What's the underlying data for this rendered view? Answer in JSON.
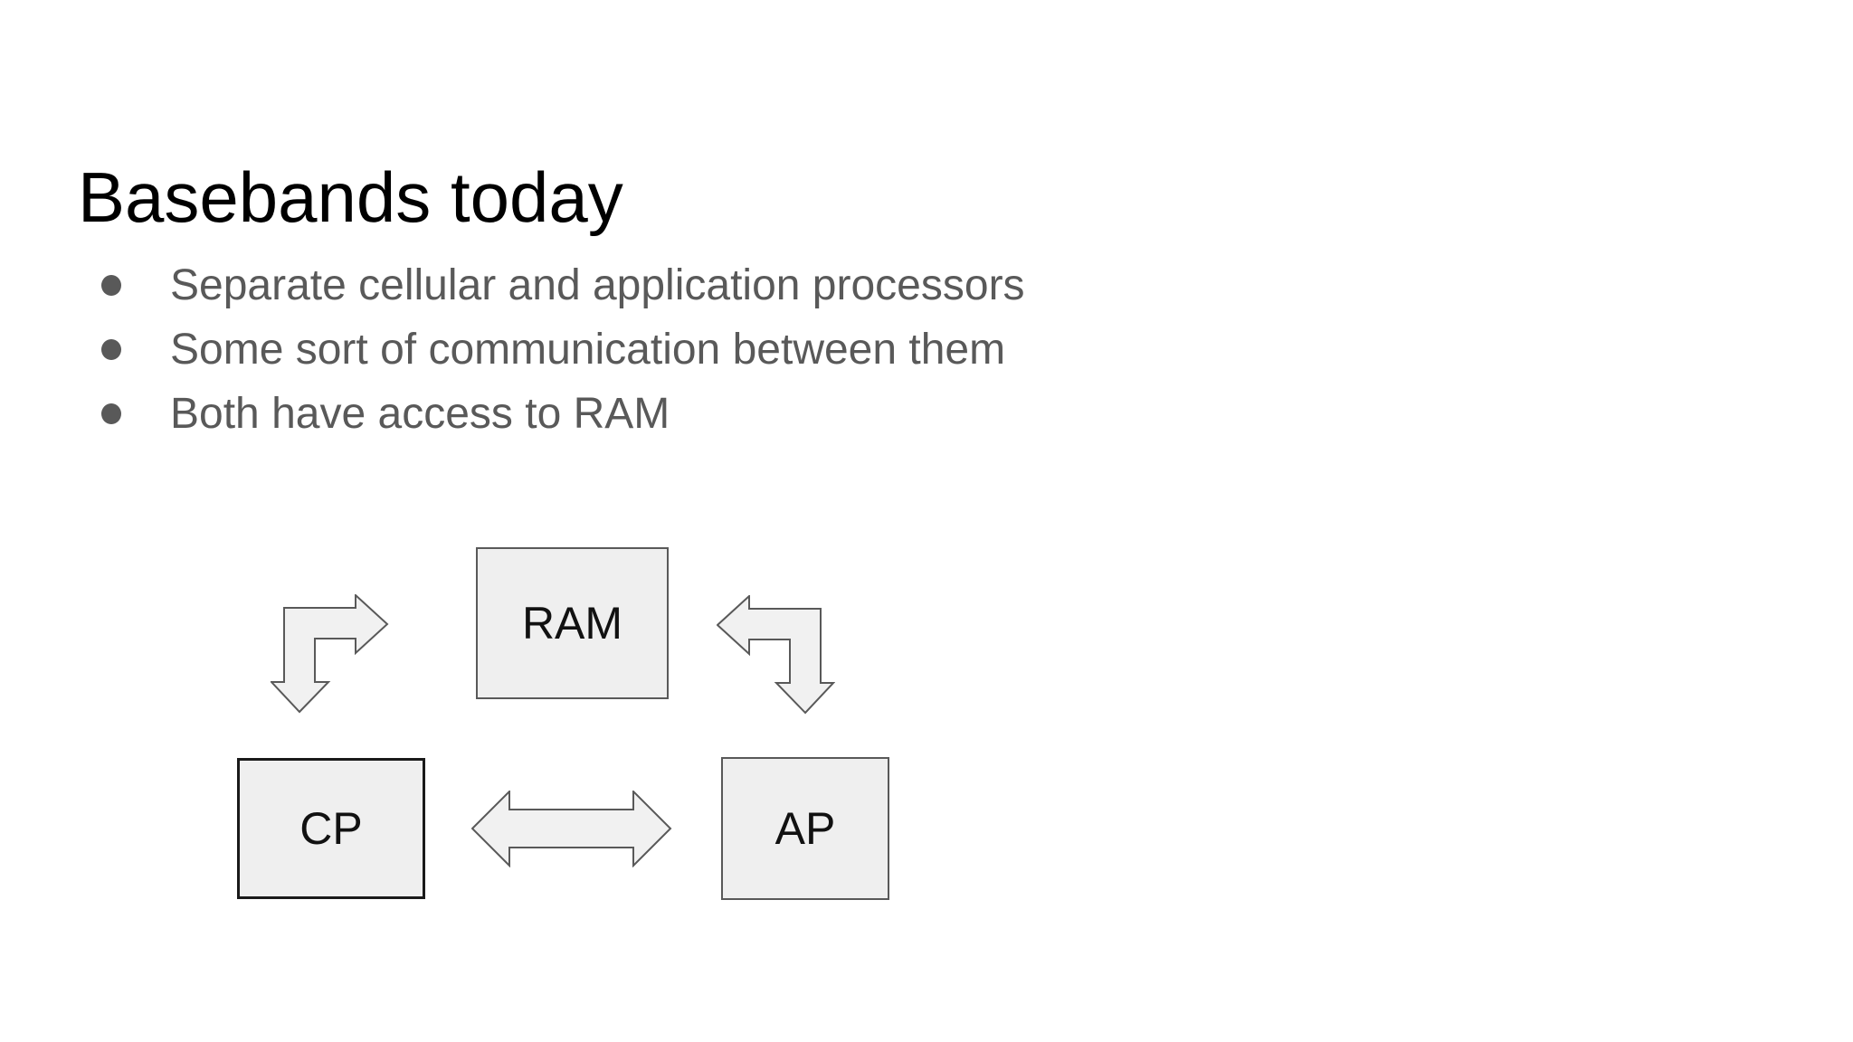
{
  "slide": {
    "title": "Basebands today",
    "bullets": [
      "Separate cellular and application processors",
      "Some sort of communication between them",
      "Both have access to RAM"
    ],
    "diagram": {
      "nodes": [
        {
          "id": "ram",
          "label": "RAM"
        },
        {
          "id": "cp",
          "label": "CP"
        },
        {
          "id": "ap",
          "label": "AP"
        }
      ],
      "connections": [
        {
          "from": "CP",
          "to": "RAM",
          "style": "bent-elbow",
          "direction": "bidirectional"
        },
        {
          "from": "RAM",
          "to": "AP",
          "style": "bent-elbow",
          "direction": "bidirectional"
        },
        {
          "from": "CP",
          "to": "AP",
          "style": "straight-horizontal",
          "direction": "bidirectional"
        }
      ]
    },
    "colors": {
      "background": "#ffffff",
      "title_text": "#000000",
      "bullet_text": "#595959",
      "box_fill": "#efefef",
      "box_border": "#595959",
      "cp_border": "#1a1a1a",
      "arrow_fill": "#f1f1f1",
      "arrow_stroke": "#595959"
    }
  }
}
